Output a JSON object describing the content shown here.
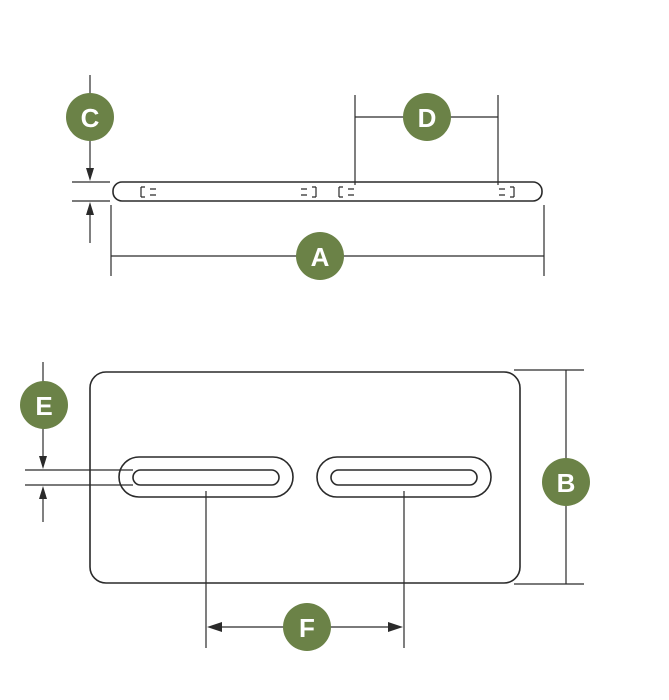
{
  "labels": {
    "A": "A",
    "B": "B",
    "C": "C",
    "D": "D",
    "E": "E",
    "F": "F"
  },
  "colors": {
    "badge": "#6b8247",
    "line": "#2a2a2a",
    "badge_text": "#ffffff"
  }
}
